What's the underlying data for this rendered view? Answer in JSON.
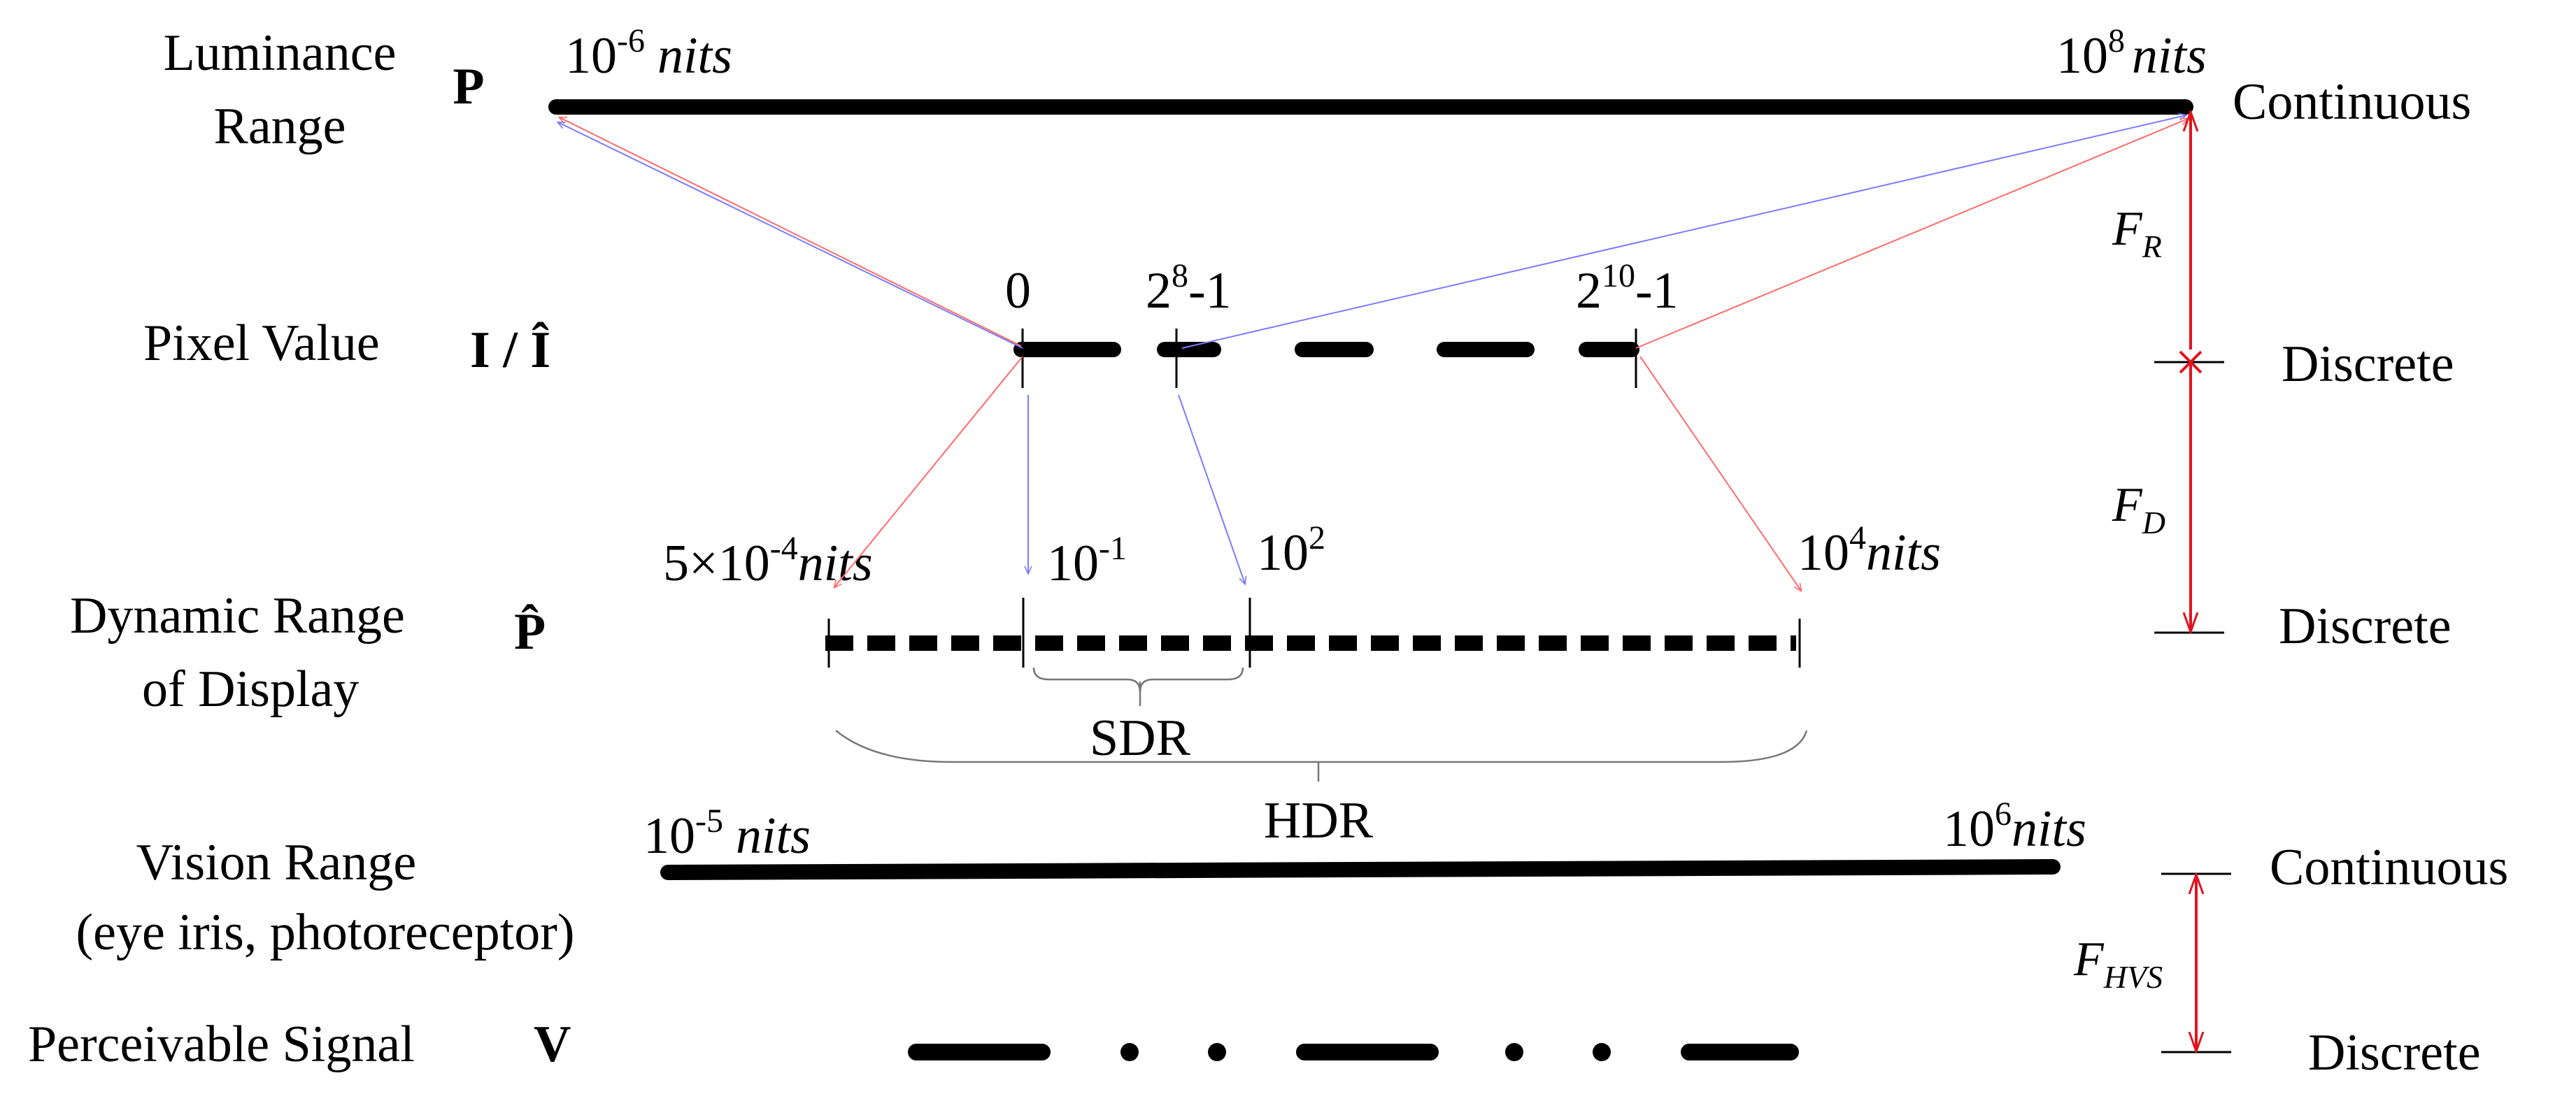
{
  "rows": {
    "luminance": {
      "label_line1": "Luminance",
      "label_line2": "Range",
      "symbol": "P",
      "left_base": "10",
      "left_exp": "-6",
      "left_unit": "nits",
      "right_base": "10",
      "right_exp": "8",
      "right_unit": "nits",
      "kind": "Continuous"
    },
    "pixel": {
      "label": "Pixel Value",
      "symbol": "I / Î",
      "tick0": "0",
      "tick1_base": "2",
      "tick1_exp": "8",
      "tick1_tail": "-1",
      "tick2_base": "2",
      "tick2_exp": "10",
      "tick2_tail": "-1",
      "kind": "Discrete"
    },
    "display": {
      "label_line1": "Dynamic Range",
      "label_line2": "of Display",
      "symbol": "P̂",
      "t1_pre": "5×10",
      "t1_exp": "-4",
      "t1_unit": "nits",
      "t2_base": "10",
      "t2_exp": "-1",
      "t3_base": "10",
      "t3_exp": "2",
      "t4_base": "10",
      "t4_exp": "4",
      "t4_unit": "nits",
      "kind": "Discrete",
      "sdr": "SDR",
      "hdr": "HDR"
    },
    "vision": {
      "label_line1": "Vision Range",
      "label_line2": "(eye iris, photoreceptor)",
      "left_base": "10",
      "left_exp": "-5",
      "left_unit": "nits",
      "right_base": "10",
      "right_exp": "6",
      "right_unit": "nits",
      "kind": "Continuous"
    },
    "perceivable": {
      "label": "Perceivable Signal",
      "symbol": "V",
      "kind": "Discrete"
    }
  },
  "functions": {
    "fr_main": "F",
    "fr_sub": "R",
    "fd_main": "F",
    "fd_sub": "D",
    "fhvs_main": "F",
    "fhvs_sub": "HVS"
  },
  "colors": {
    "line": "#000000",
    "blue_arrow": "#7b7bff",
    "red_arrow": "#ff6b6b",
    "func_arrow": "#e0141e",
    "bracket": "#777777"
  }
}
